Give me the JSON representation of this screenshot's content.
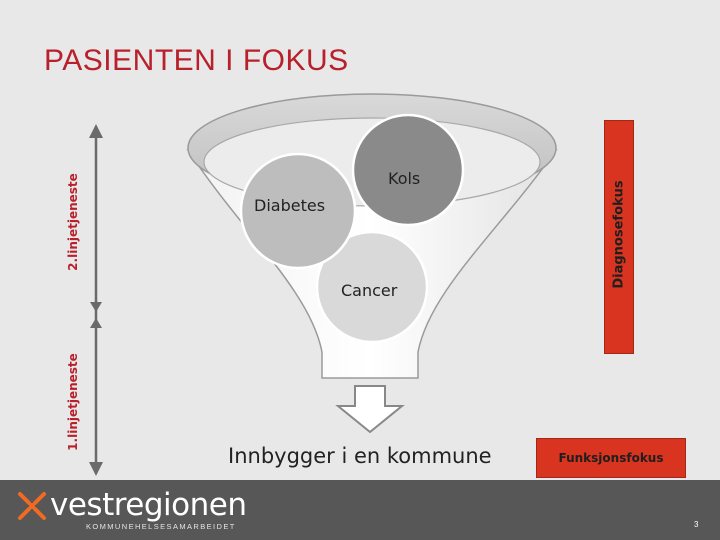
{
  "title": "PASIENTEN I FOKUS",
  "levels": {
    "upper": "2.linjetjeneste",
    "lower": "1.linjetjeneste"
  },
  "funnel": {
    "circles": {
      "diabetes": "Diabetes",
      "kols": "Kols",
      "cancer": "Cancer"
    },
    "output_label": "Innbygger i en kommune"
  },
  "focus_boxes": {
    "diagnosis": "Diagnosefokus",
    "function": "Funksjonsfokus"
  },
  "colors": {
    "title": "#b8202b",
    "level_label": "#b8202b",
    "box": "#d9341f",
    "background": "#e8e8e8",
    "footer": "#575757",
    "logo_accent": "#f26a21"
  },
  "footer": {
    "logo_text": "vestregionen",
    "logo_subtitle": "KOMMUNEHELSESAMARBEIDET",
    "page_number": "3"
  }
}
